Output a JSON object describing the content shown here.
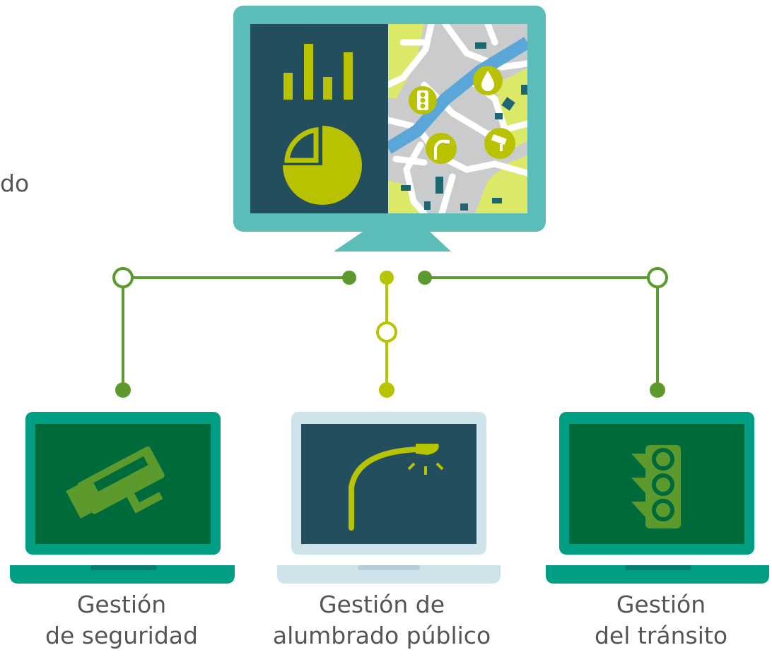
{
  "partial_text": "do",
  "captions": {
    "security": {
      "line1": "Gestión",
      "line2": "de seguridad"
    },
    "lighting": {
      "line1": "Gestión de",
      "line2": "alumbrado público"
    },
    "traffic": {
      "line1": "Gestión",
      "line2": "del tránsito"
    }
  },
  "colors": {
    "monitor": "#5bbcb8",
    "panel_dark": "#234e5e",
    "chart_accent": "#b8c200",
    "connector_green": "#5c9a2e",
    "connector_lime": "#b7c400",
    "laptop_green": "#009e82",
    "laptop_screen_green": "#006b3a",
    "laptop_light": "#cfe4ea",
    "map_road": "#ffffff",
    "map_ground": "#c9cbcc",
    "map_park": "#dce867",
    "map_river": "#5aa6d8",
    "caption_text": "#555555"
  },
  "icons": {
    "monitor_left": [
      "bar-chart-icon",
      "pie-chart-icon"
    ],
    "map_pins": [
      "traffic-light-icon",
      "water-drop-icon",
      "street-lamp-icon",
      "security-camera-icon"
    ],
    "laptops": [
      "security-camera-icon",
      "street-lamp-icon",
      "traffic-light-icon"
    ]
  }
}
